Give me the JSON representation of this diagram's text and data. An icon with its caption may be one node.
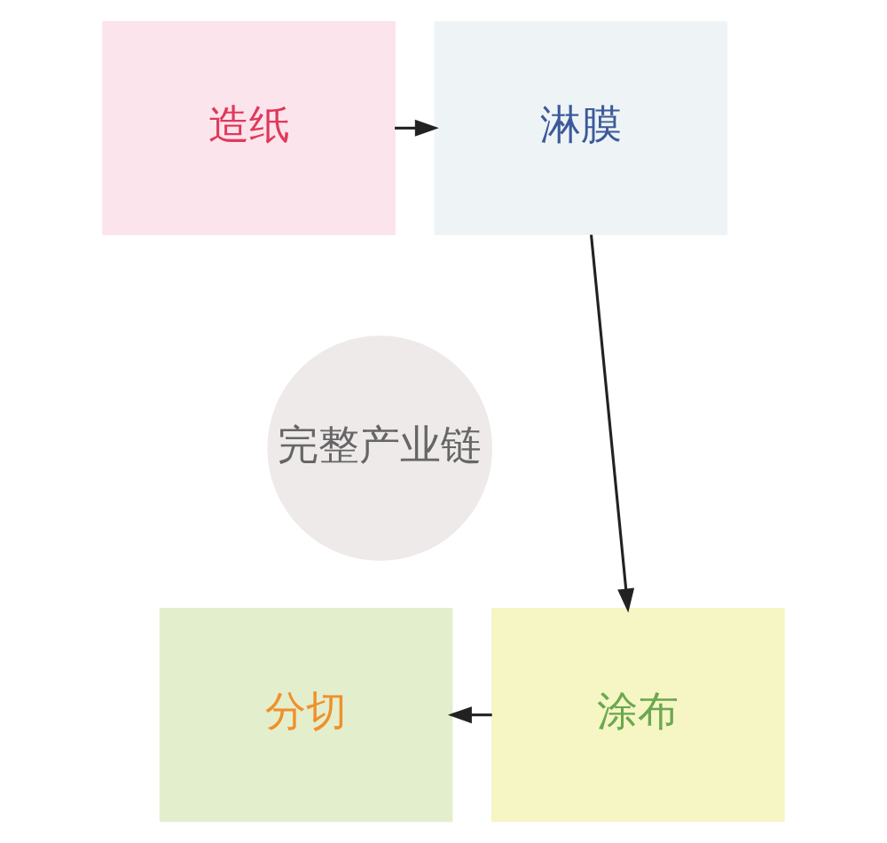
{
  "diagram": {
    "nodes": [
      {
        "text": [
          "造纸"
        ]
      },
      {
        "text": [
          "淋膜"
        ]
      },
      {
        "text": [
          "完整产业链"
        ]
      },
      {
        "text": [
          "分切"
        ]
      },
      {
        "text": [
          "涂布"
        ]
      }
    ],
    "edges": [
      {
        "from": 0,
        "to": 1,
        "arrow": "to"
      },
      {
        "from": 1,
        "to": 4,
        "arrow": "to"
      },
      {
        "from": 4,
        "to": 3,
        "arrow": "to"
      }
    ]
  }
}
